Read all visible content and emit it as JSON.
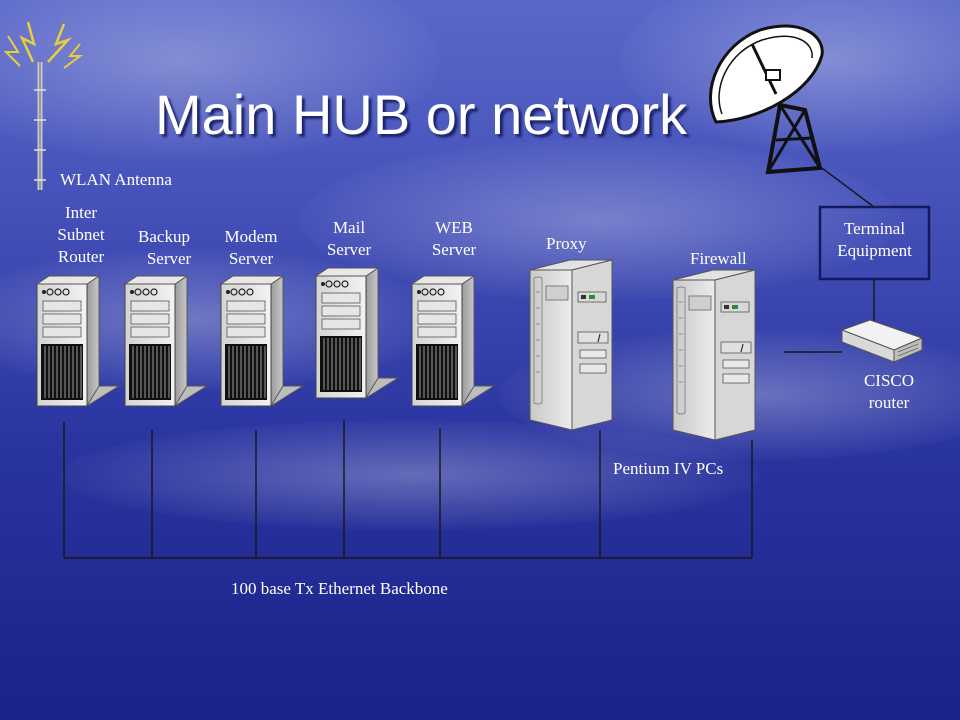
{
  "title": "Main HUB or network",
  "labels": {
    "wlan_antenna": "WLAN Antenna",
    "inter_subnet_router": [
      "Inter",
      "Subnet",
      "Router"
    ],
    "backup_server": [
      "Backup",
      "Server"
    ],
    "modem_server": [
      "Modem",
      "Server"
    ],
    "mail_server": [
      "Mail",
      "Server"
    ],
    "web_server": [
      "WEB",
      "Server"
    ],
    "proxy": "Proxy",
    "firewall": "Firewall",
    "terminal_equipment": [
      "Terminal",
      "Equipment"
    ],
    "cisco_router": [
      "CISCO",
      "router"
    ],
    "pentium_pcs": "Pentium IV PCs",
    "backbone": "100 base Tx Ethernet Backbone"
  },
  "colors": {
    "line": "#1a1a1a",
    "terminal_border": "#14195e",
    "label": "#ffffff"
  },
  "icons": [
    "antenna-icon",
    "satellite-dish-icon",
    "server-tower-icon",
    "desktop-pc-icon",
    "cisco-router-icon"
  ]
}
